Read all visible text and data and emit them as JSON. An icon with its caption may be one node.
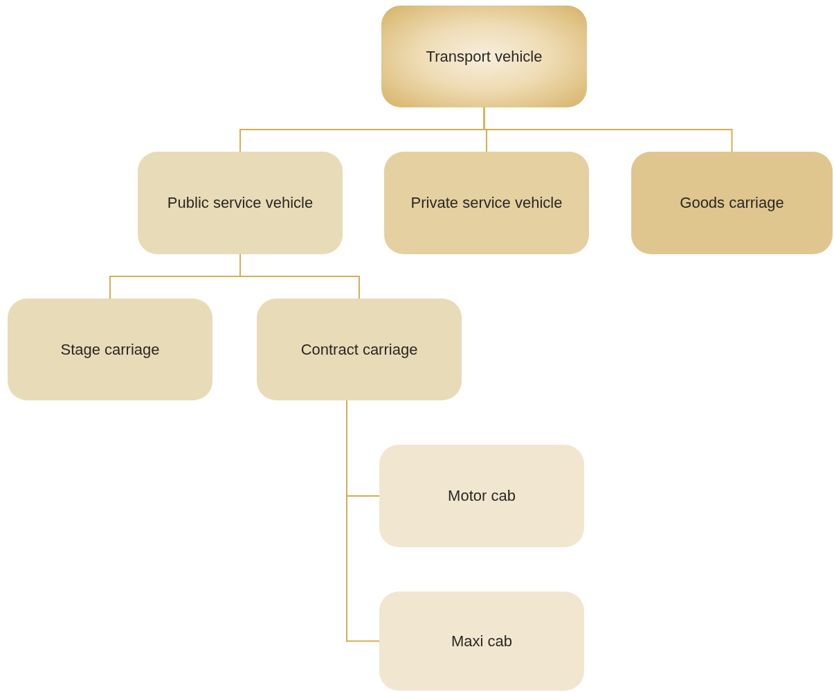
{
  "diagram": {
    "nodes": [
      {
        "text": [
          "Transport vehicle"
        ]
      },
      {
        "text": [
          "Public service vehicle"
        ]
      },
      {
        "text": [
          "Private service vehicle"
        ]
      },
      {
        "text": [
          "Goods carriage"
        ]
      },
      {
        "text": [
          "Stage carriage"
        ]
      },
      {
        "text": [
          "Contract carriage"
        ]
      },
      {
        "text": [
          "Motor cab"
        ]
      },
      {
        "text": [
          "Maxi cab"
        ]
      }
    ],
    "edges": [
      {
        "from": 0,
        "to": 1,
        "arrow": "none"
      },
      {
        "from": 0,
        "to": 2,
        "arrow": "none"
      },
      {
        "from": 0,
        "to": 3,
        "arrow": "none"
      },
      {
        "from": 1,
        "to": 4,
        "arrow": "none"
      },
      {
        "from": 1,
        "to": 5,
        "arrow": "none"
      },
      {
        "from": 5,
        "to": 6,
        "arrow": "none"
      },
      {
        "from": 5,
        "to": 7,
        "arrow": "none"
      }
    ]
  }
}
